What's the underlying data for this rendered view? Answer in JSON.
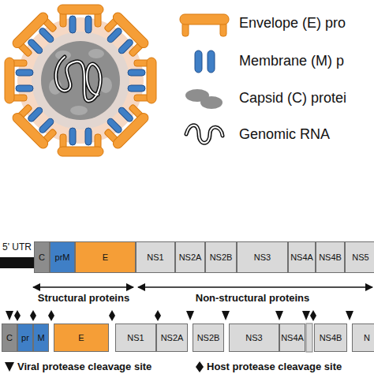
{
  "diagram": {
    "nodes": [
      {
        "text": [
          "C"
        ]
      },
      {
        "text": [
          "prM"
        ]
      },
      {
        "text": [
          "E"
        ]
      },
      {
        "text": [
          "NS1"
        ]
      },
      {
        "text": [
          "NS2A"
        ]
      },
      {
        "text": [
          "NS2B"
        ]
      },
      {
        "text": [
          "NS3"
        ]
      },
      {
        "text": [
          "NS4A"
        ]
      },
      {
        "text": [
          "NS4B"
        ]
      },
      {
        "text": [
          "NS5"
        ]
      },
      {
        "text": [
          "C"
        ]
      },
      {
        "text": [
          "pr"
        ]
      },
      {
        "text": [
          "M"
        ]
      },
      {
        "text": [
          "E"
        ]
      },
      {
        "text": [
          "NS1"
        ]
      },
      {
        "text": [
          "NS2A"
        ]
      },
      {
        "text": [
          "NS2B"
        ]
      },
      {
        "text": [
          "NS3"
        ]
      },
      {
        "text": [
          "NS4A"
        ]
      },
      {
        "text": [
          "NS4B"
        ]
      },
      {
        "text": [
          "N"
        ]
      }
    ],
    "labels": [
      "5' UTR",
      "Structural proteins",
      "Non-structural proteins"
    ],
    "legend": [
      {
        "text": "Envelope (E) pro"
      },
      {
        "text": "Membrane (M) p"
      },
      {
        "text": "Capsid (C) protei"
      },
      {
        "text": "Genomic RNA"
      },
      {
        "text": "Viral protease cleavage site"
      },
      {
        "text": "Host protease cleavage site"
      }
    ]
  }
}
